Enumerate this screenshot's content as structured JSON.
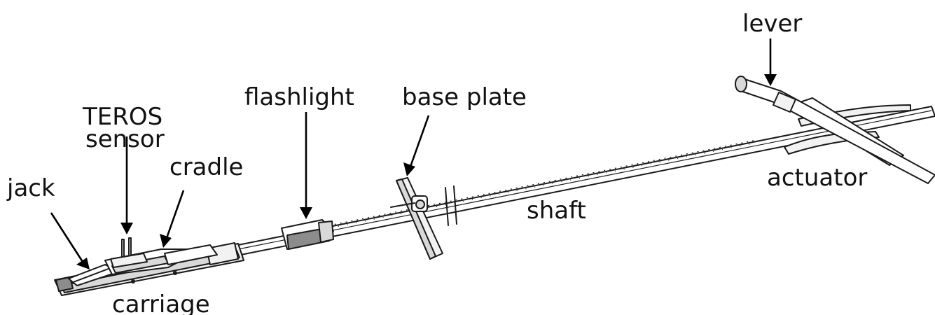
{
  "labels": {
    "lever": "lever",
    "flashlight": "flashlight",
    "base_plate": "base plate",
    "teros_line1": "TEROS",
    "teros_line2": "sensor",
    "cradle": "cradle",
    "jack": "jack",
    "actuator": "actuator",
    "shaft": "shaft",
    "carriage": "carriage"
  },
  "colors": {
    "ink": "#1a1a1a",
    "fill_light": "#f2f2f2",
    "fill_mid": "#d9d9d9",
    "fill_dark": "#8c8c8c"
  }
}
